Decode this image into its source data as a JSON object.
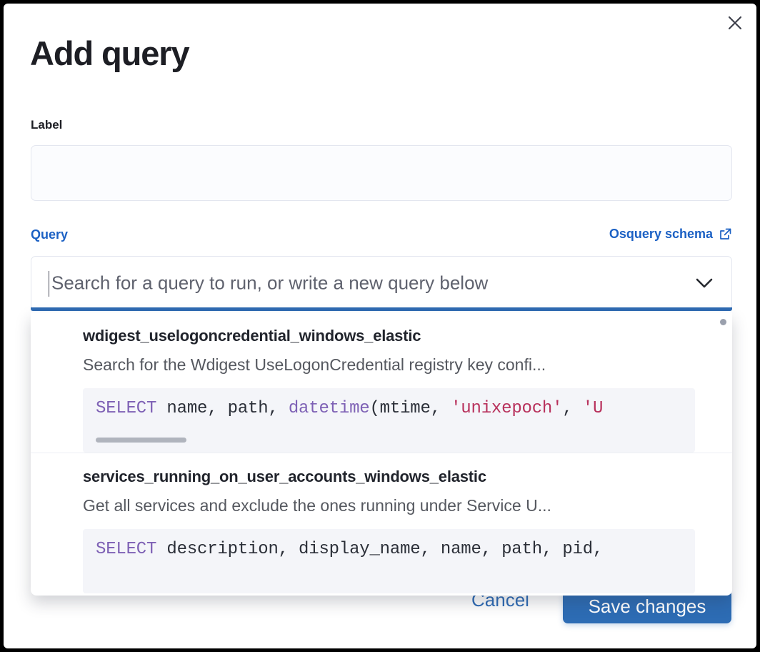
{
  "modal": {
    "title": "Add query",
    "close_icon": "close-icon"
  },
  "label_field": {
    "label": "Label",
    "value": "",
    "placeholder": ""
  },
  "query_field": {
    "label": "Query",
    "schema_link_text": "Osquery schema",
    "schema_link_icon": "external-link-icon",
    "combobox_placeholder": "Search for a query to run, or write a new query below",
    "combobox_value": "",
    "chevron_icon": "chevron-down-icon"
  },
  "dropdown": {
    "scroll_indicator": "scrollbar-dot",
    "items": [
      {
        "title": "wdigest_uselogoncredential_windows_elastic",
        "description": "Search for the Wdigest UseLogonCredential registry key confi...",
        "code_parts": [
          {
            "text": "SELECT",
            "type": "keyword"
          },
          {
            "text": " name, path, ",
            "type": "plain"
          },
          {
            "text": "datetime",
            "type": "function"
          },
          {
            "text": "(mtime, ",
            "type": "plain"
          },
          {
            "text": "'unixepoch'",
            "type": "string"
          },
          {
            "text": ", ",
            "type": "plain"
          },
          {
            "text": "'U",
            "type": "string"
          }
        ],
        "code_plain": "SELECT name, path, datetime(mtime, 'unixepoch', 'U"
      },
      {
        "title": "services_running_on_user_accounts_windows_elastic",
        "description": "Get all services and exclude the ones running under Service U...",
        "code_parts": [
          {
            "text": "SELECT",
            "type": "keyword"
          },
          {
            "text": " description, display_name, name, path, pid,",
            "type": "plain"
          }
        ],
        "code_plain": "SELECT description, display_name, name, path, pid,"
      }
    ]
  },
  "footer": {
    "cancel_label": "Cancel",
    "save_label": "Save changes"
  },
  "colors": {
    "accent_blue": "#2d6cb4",
    "link_blue": "#1c61c4",
    "focus_underline": "#2f6bb3",
    "code_bg": "#f4f5f9",
    "keyword": "#7e61b5",
    "string": "#b8315c",
    "text_dark": "#1d1e24"
  }
}
